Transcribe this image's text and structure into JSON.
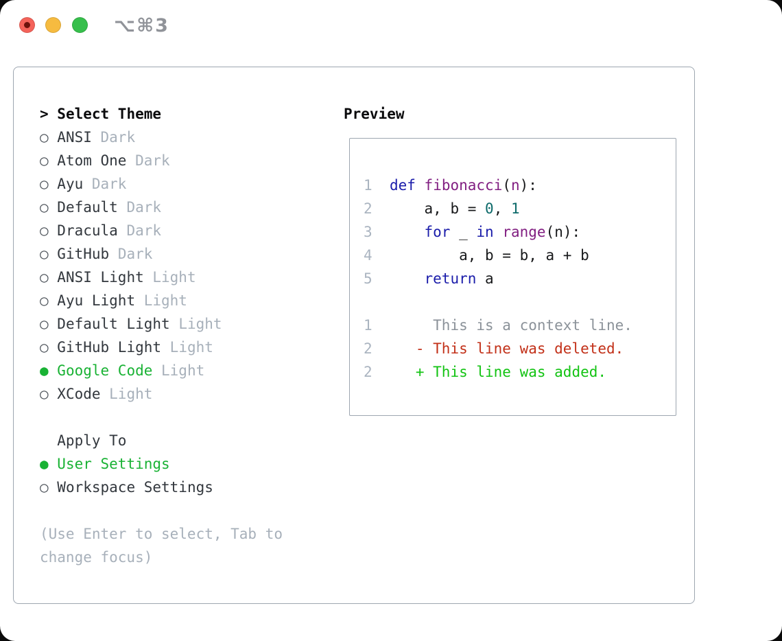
{
  "window": {
    "shortcut_label": "⌥⌘3",
    "traffic_lights": [
      "close",
      "minimize",
      "zoom"
    ]
  },
  "theme_list": {
    "prompt": "> ",
    "header": "Select Theme",
    "unselected_marker": "○ ",
    "selected_marker": "● ",
    "items": [
      {
        "name": "ANSI",
        "variant": "Dark",
        "selected": false
      },
      {
        "name": "Atom One",
        "variant": "Dark",
        "selected": false
      },
      {
        "name": "Ayu",
        "variant": "Dark",
        "selected": false
      },
      {
        "name": "Default",
        "variant": "Dark",
        "selected": false
      },
      {
        "name": "Dracula",
        "variant": "Dark",
        "selected": false
      },
      {
        "name": "GitHub",
        "variant": "Dark",
        "selected": false
      },
      {
        "name": "ANSI Light",
        "variant": "Light",
        "selected": false
      },
      {
        "name": "Ayu Light",
        "variant": "Light",
        "selected": false
      },
      {
        "name": "Default Light",
        "variant": "Light",
        "selected": false
      },
      {
        "name": "GitHub Light",
        "variant": "Light",
        "selected": false
      },
      {
        "name": "Google Code",
        "variant": "Light",
        "selected": true
      },
      {
        "name": "XCode",
        "variant": "Light",
        "selected": false
      }
    ]
  },
  "apply_to": {
    "header": "Apply To",
    "options": [
      {
        "label": "User Settings",
        "selected": true
      },
      {
        "label": "Workspace Settings",
        "selected": false
      }
    ]
  },
  "hint": "(Use Enter to select, Tab to change focus)",
  "preview": {
    "header": "Preview",
    "lines": [
      {
        "num": "1",
        "segments": [
          [
            "  ",
            "pl"
          ],
          [
            "def",
            "kw"
          ],
          [
            " ",
            "pl"
          ],
          [
            "fibonacci",
            "fn"
          ],
          [
            "(",
            "pl"
          ],
          [
            "n",
            "fn"
          ],
          [
            "):",
            "pl"
          ]
        ]
      },
      {
        "num": "2",
        "segments": [
          [
            "      a, b = ",
            "pl"
          ],
          [
            "0",
            "lit"
          ],
          [
            ", ",
            "pl"
          ],
          [
            "1",
            "lit"
          ]
        ]
      },
      {
        "num": "3",
        "segments": [
          [
            "      ",
            "pl"
          ],
          [
            "for",
            "kw"
          ],
          [
            " _ ",
            "pl"
          ],
          [
            "in",
            "kw"
          ],
          [
            " ",
            "pl"
          ],
          [
            "range",
            "fn"
          ],
          [
            "(n):",
            "pl"
          ]
        ]
      },
      {
        "num": "4",
        "segments": [
          [
            "          a, b = b, a + b",
            "pl"
          ]
        ]
      },
      {
        "num": "5",
        "segments": [
          [
            "      ",
            "pl"
          ],
          [
            "return",
            "kw"
          ],
          [
            " a",
            "pl"
          ]
        ]
      },
      {
        "num": "",
        "segments": []
      },
      {
        "num": "1",
        "segments": [
          [
            "       This is a context line.",
            "ctx"
          ]
        ]
      },
      {
        "num": "2",
        "segments": [
          [
            "     ",
            "pl"
          ],
          [
            "- This line was deleted.",
            "del"
          ]
        ]
      },
      {
        "num": "2",
        "segments": [
          [
            "     ",
            "pl"
          ],
          [
            "+ This line was added.",
            "add"
          ]
        ]
      }
    ]
  },
  "colors": {
    "accent_green": "#19b234",
    "diff_added": "#12c312",
    "diff_deleted": "#c23018",
    "syntax_keyword": "#1a1caa",
    "syntax_function": "#811e81",
    "syntax_literal": "#0d6a6a",
    "muted": "#a7b0ba"
  }
}
